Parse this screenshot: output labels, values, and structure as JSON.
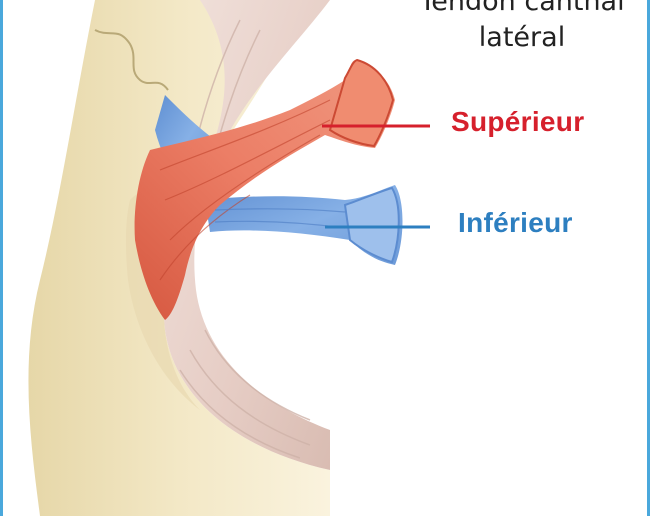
{
  "title": {
    "line1": "Tendon canthal",
    "line2": "latéral"
  },
  "labels": {
    "superieur": "Supérieur",
    "inferieur": "Inférieur"
  },
  "colors": {
    "superieur": "#d6202c",
    "inferieur": "#2d7fc0",
    "frame_border": "#4aa8dc",
    "bone": "#f2e6c2",
    "eyelid": "#ead5cf",
    "tendon_superior": "#e8705a",
    "tendon_inferior": "#7ba6df"
  }
}
